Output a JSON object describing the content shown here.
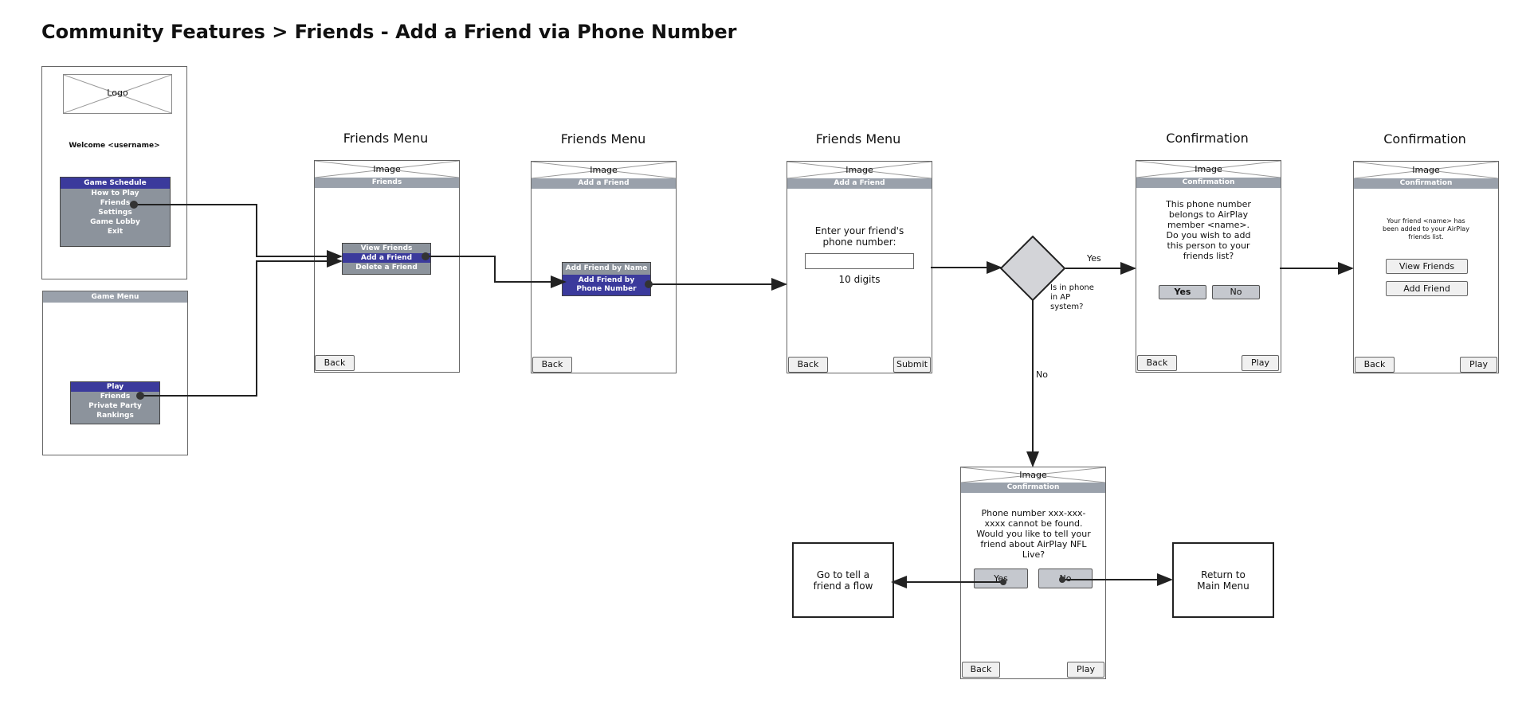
{
  "title": "Community Features > Friends - Add a Friend via Phone Number",
  "placeholder_image": "Image",
  "logo_label": "Logo",
  "main_screen": {
    "welcome": "Welcome <username>",
    "menu": [
      "Game Schedule",
      "How to Play",
      "Friends",
      "Settings",
      "Game Lobby",
      "Exit"
    ]
  },
  "game_menu_screen": {
    "header": "Game Menu",
    "menu": [
      "Play",
      "Friends",
      "Private Party",
      "Rankings"
    ]
  },
  "screen1": {
    "label": "Friends Menu",
    "header": "Friends",
    "menu": [
      "View Friends",
      "Add a Friend",
      "Delete a Friend"
    ],
    "back": "Back"
  },
  "screen2": {
    "label": "Friends Menu",
    "header": "Add a Friend",
    "menu": [
      "Add Friend by Name",
      "Add Friend by Phone Number"
    ],
    "back": "Back"
  },
  "screen3": {
    "label": "Friends Menu",
    "header": "Add a Friend",
    "prompt": "Enter your friend's phone number:",
    "hint": "10 digits",
    "back": "Back",
    "submit": "Submit"
  },
  "decision": {
    "question": "Is in phone in AP system?",
    "yes": "Yes",
    "no": "No"
  },
  "screen4": {
    "label": "Confirmation",
    "header": "Confirmation",
    "message": "This phone number belongs to AirPlay member <name>.  Do you wish to add this person to your friends list?",
    "yes": "Yes",
    "no": "No",
    "back": "Back",
    "play": "Play"
  },
  "screen5": {
    "label": "Confirmation",
    "header": "Confirmation",
    "message": "Your friend <name> has been added to your AirPlay friends list.",
    "view_friends": "View Friends",
    "add_friend": "Add Friend",
    "back": "Back",
    "play": "Play"
  },
  "screen6": {
    "header": "Confirmation",
    "message": "Phone number xxx-xxx-xxxx cannot be found.  Would you like to tell your friend about AirPlay NFL Live?",
    "yes": "Yes",
    "no": "No",
    "back": "Back",
    "play": "Play"
  },
  "tell_friend_box": "Go to tell a friend a flow",
  "main_menu_box": "Return to Main Menu"
}
